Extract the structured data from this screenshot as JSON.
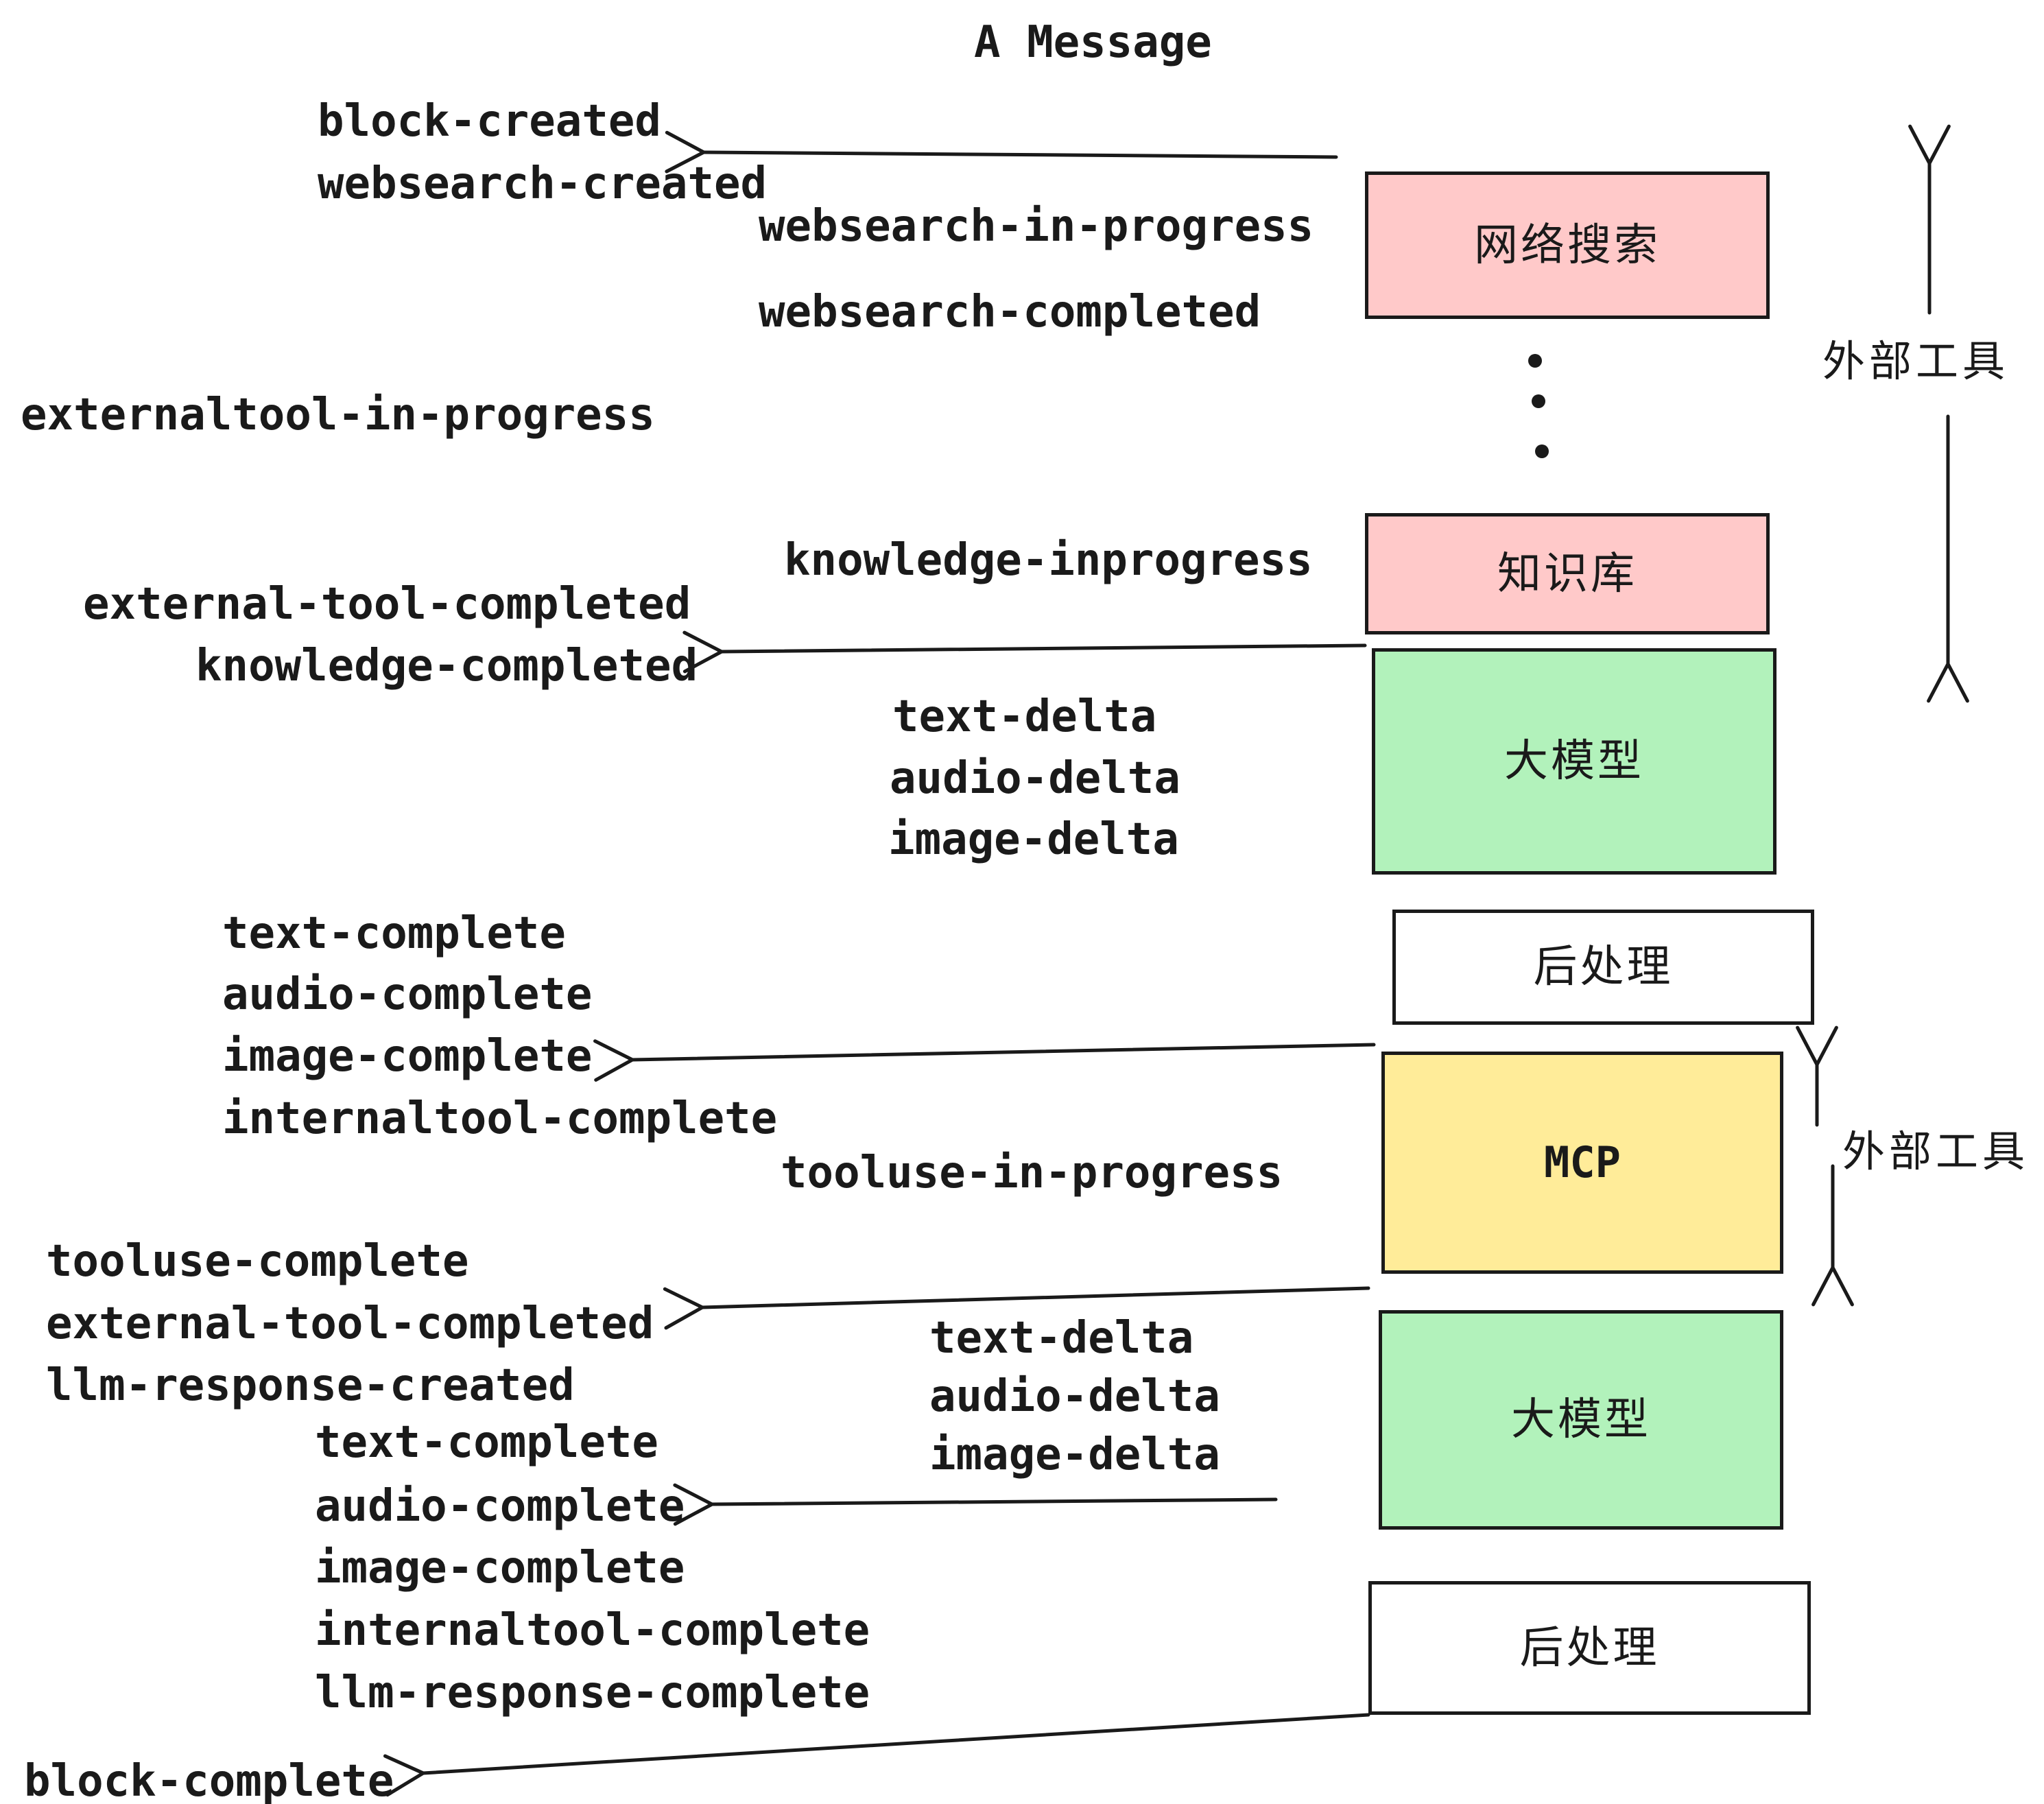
{
  "title": "A Message",
  "diagram": {
    "nodes": [
      {
        "id": "websearch",
        "label": "网络搜索",
        "color": "#ffc9c9"
      },
      {
        "id": "knowledge",
        "label": "知识库",
        "color": "#ffc9c9"
      },
      {
        "id": "llm-1",
        "label": "大模型",
        "color": "#b2f2bb"
      },
      {
        "id": "postprocess-1",
        "label": "后处理",
        "color": "#ffffff"
      },
      {
        "id": "mcp",
        "label": "MCP",
        "color": "#ffec99"
      },
      {
        "id": "llm-2",
        "label": "大模型",
        "color": "#b2f2bb"
      },
      {
        "id": "postprocess-2",
        "label": "后处理",
        "color": "#ffffff"
      }
    ],
    "side_labels": [
      {
        "text": "外部工具"
      },
      {
        "text": "外部工具"
      }
    ],
    "events": [
      {
        "text": "block-created"
      },
      {
        "text": "websearch-created"
      },
      {
        "text": "websearch-in-progress"
      },
      {
        "text": "websearch-completed"
      },
      {
        "text": "externaltool-in-progress"
      },
      {
        "text": "knowledge-inprogress"
      },
      {
        "text": "external-tool-completed"
      },
      {
        "text": "knowledge-completed"
      },
      {
        "text": "text-delta"
      },
      {
        "text": "audio-delta"
      },
      {
        "text": "image-delta"
      },
      {
        "text": "text-complete"
      },
      {
        "text": "audio-complete"
      },
      {
        "text": "image-complete"
      },
      {
        "text": "internaltool-complete"
      },
      {
        "text": "tooluse-in-progress"
      },
      {
        "text": "tooluse-complete"
      },
      {
        "text": "external-tool-completed"
      },
      {
        "text": "llm-response-created"
      },
      {
        "text": "text-complete"
      },
      {
        "text": "audio-complete"
      },
      {
        "text": "image-complete"
      },
      {
        "text": "internaltool-complete"
      },
      {
        "text": "llm-response-complete"
      },
      {
        "text": "text-delta"
      },
      {
        "text": "audio-delta"
      },
      {
        "text": "image-delta"
      },
      {
        "text": "block-complete"
      }
    ],
    "colors": {
      "pink": "#ffc9c9",
      "green": "#b2f2bb",
      "yellow": "#ffec99",
      "white": "#ffffff",
      "ink": "#1a1a1a"
    }
  }
}
